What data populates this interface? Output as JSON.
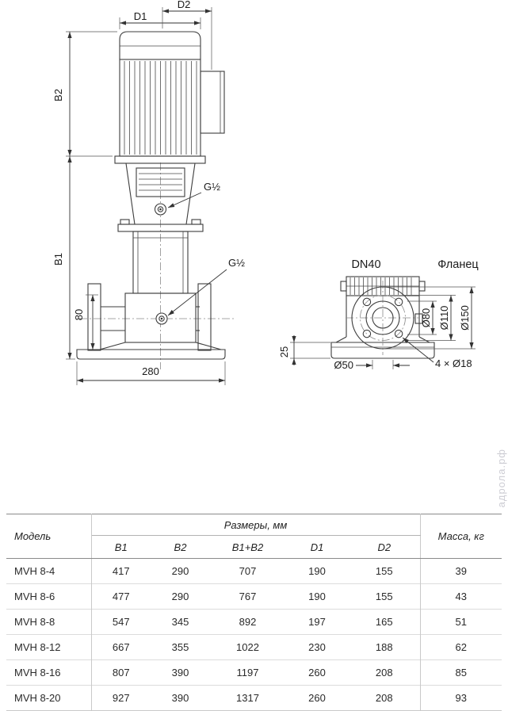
{
  "watermark": "адрола.рф",
  "drawing": {
    "pump": {
      "d1": "D1",
      "d2": "D2",
      "b1": "B1",
      "b2": "B2",
      "dim80": "80",
      "dim280": "280",
      "g_top": "G½",
      "g_bottom": "G½"
    },
    "flange": {
      "dn40": "DN40",
      "title": "Фланец",
      "d80": "Ø80",
      "d110": "Ø110",
      "d150": "Ø150",
      "d50": "Ø50",
      "dim25": "25",
      "holes": "4 × Ø18"
    }
  },
  "table": {
    "headers": {
      "model": "Модель",
      "dimensions_group": "Размеры, мм",
      "mass": "Масса, кг",
      "cols": [
        "B1",
        "B2",
        "B1+B2",
        "D1",
        "D2"
      ]
    },
    "rows": [
      {
        "model": "MVH 8-4",
        "values": [
          "417",
          "290",
          "707",
          "190",
          "155",
          "39"
        ]
      },
      {
        "model": "MVH 8-6",
        "values": [
          "477",
          "290",
          "767",
          "190",
          "155",
          "43"
        ]
      },
      {
        "model": "MVH 8-8",
        "values": [
          "547",
          "345",
          "892",
          "197",
          "165",
          "51"
        ]
      },
      {
        "model": "MVH 8-12",
        "values": [
          "667",
          "355",
          "1022",
          "230",
          "188",
          "62"
        ]
      },
      {
        "model": "MVH 8-16",
        "values": [
          "807",
          "390",
          "1197",
          "260",
          "208",
          "85"
        ]
      },
      {
        "model": "MVH 8-20",
        "values": [
          "927",
          "390",
          "1317",
          "260",
          "208",
          "93"
        ]
      }
    ]
  }
}
